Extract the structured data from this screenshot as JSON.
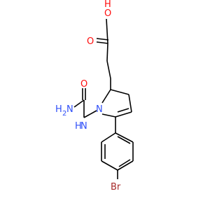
{
  "colors": {
    "bond": "#000000",
    "O": "#ff0d0d",
    "N": "#3050f8",
    "Br": "#a62929"
  },
  "atoms": {
    "oh_o": "O",
    "oh_h": "H",
    "carbonyl_o": "O",
    "urea_o": "O",
    "nh2_n": "N",
    "nh2_h": "H",
    "nh2_sub": "2",
    "ring_n": "N",
    "nh_n": "N",
    "nh_h": "H",
    "br": "Br"
  }
}
